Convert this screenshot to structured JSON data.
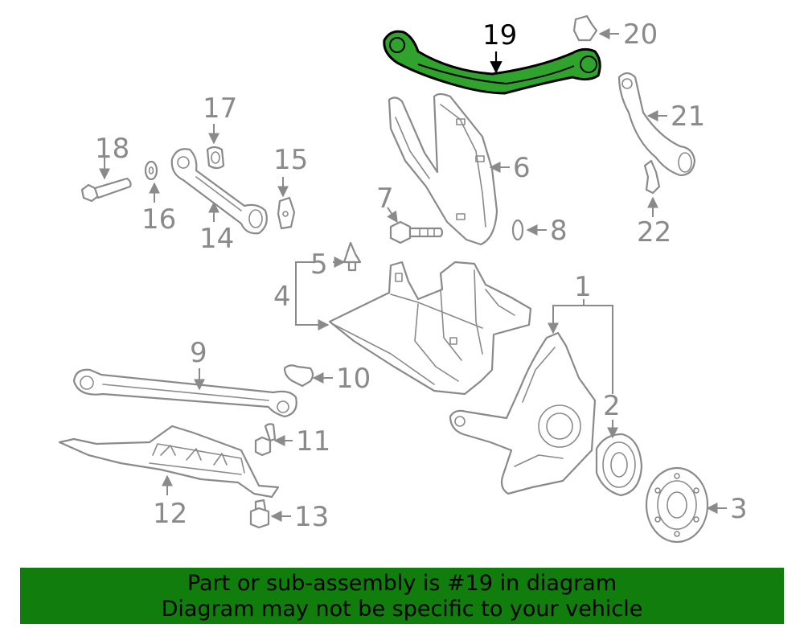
{
  "callouts": {
    "n1": "1",
    "n2": "2",
    "n3": "3",
    "n4": "4",
    "n5": "5",
    "n6": "6",
    "n7": "7",
    "n8": "8",
    "n9": "9",
    "n10": "10",
    "n11": "11",
    "n12": "12",
    "n13": "13",
    "n14": "14",
    "n15": "15",
    "n16": "16",
    "n17": "17",
    "n18": "18",
    "n19": "19",
    "n20": "20",
    "n21": "21",
    "n22": "22"
  },
  "highlight": {
    "part_number": "19",
    "color": "#2fa32b"
  },
  "banner": {
    "line1": "Part or sub-assembly is #19 in diagram",
    "line2": "Diagram may not be specific to your vehicle",
    "color": "#117d0c"
  }
}
